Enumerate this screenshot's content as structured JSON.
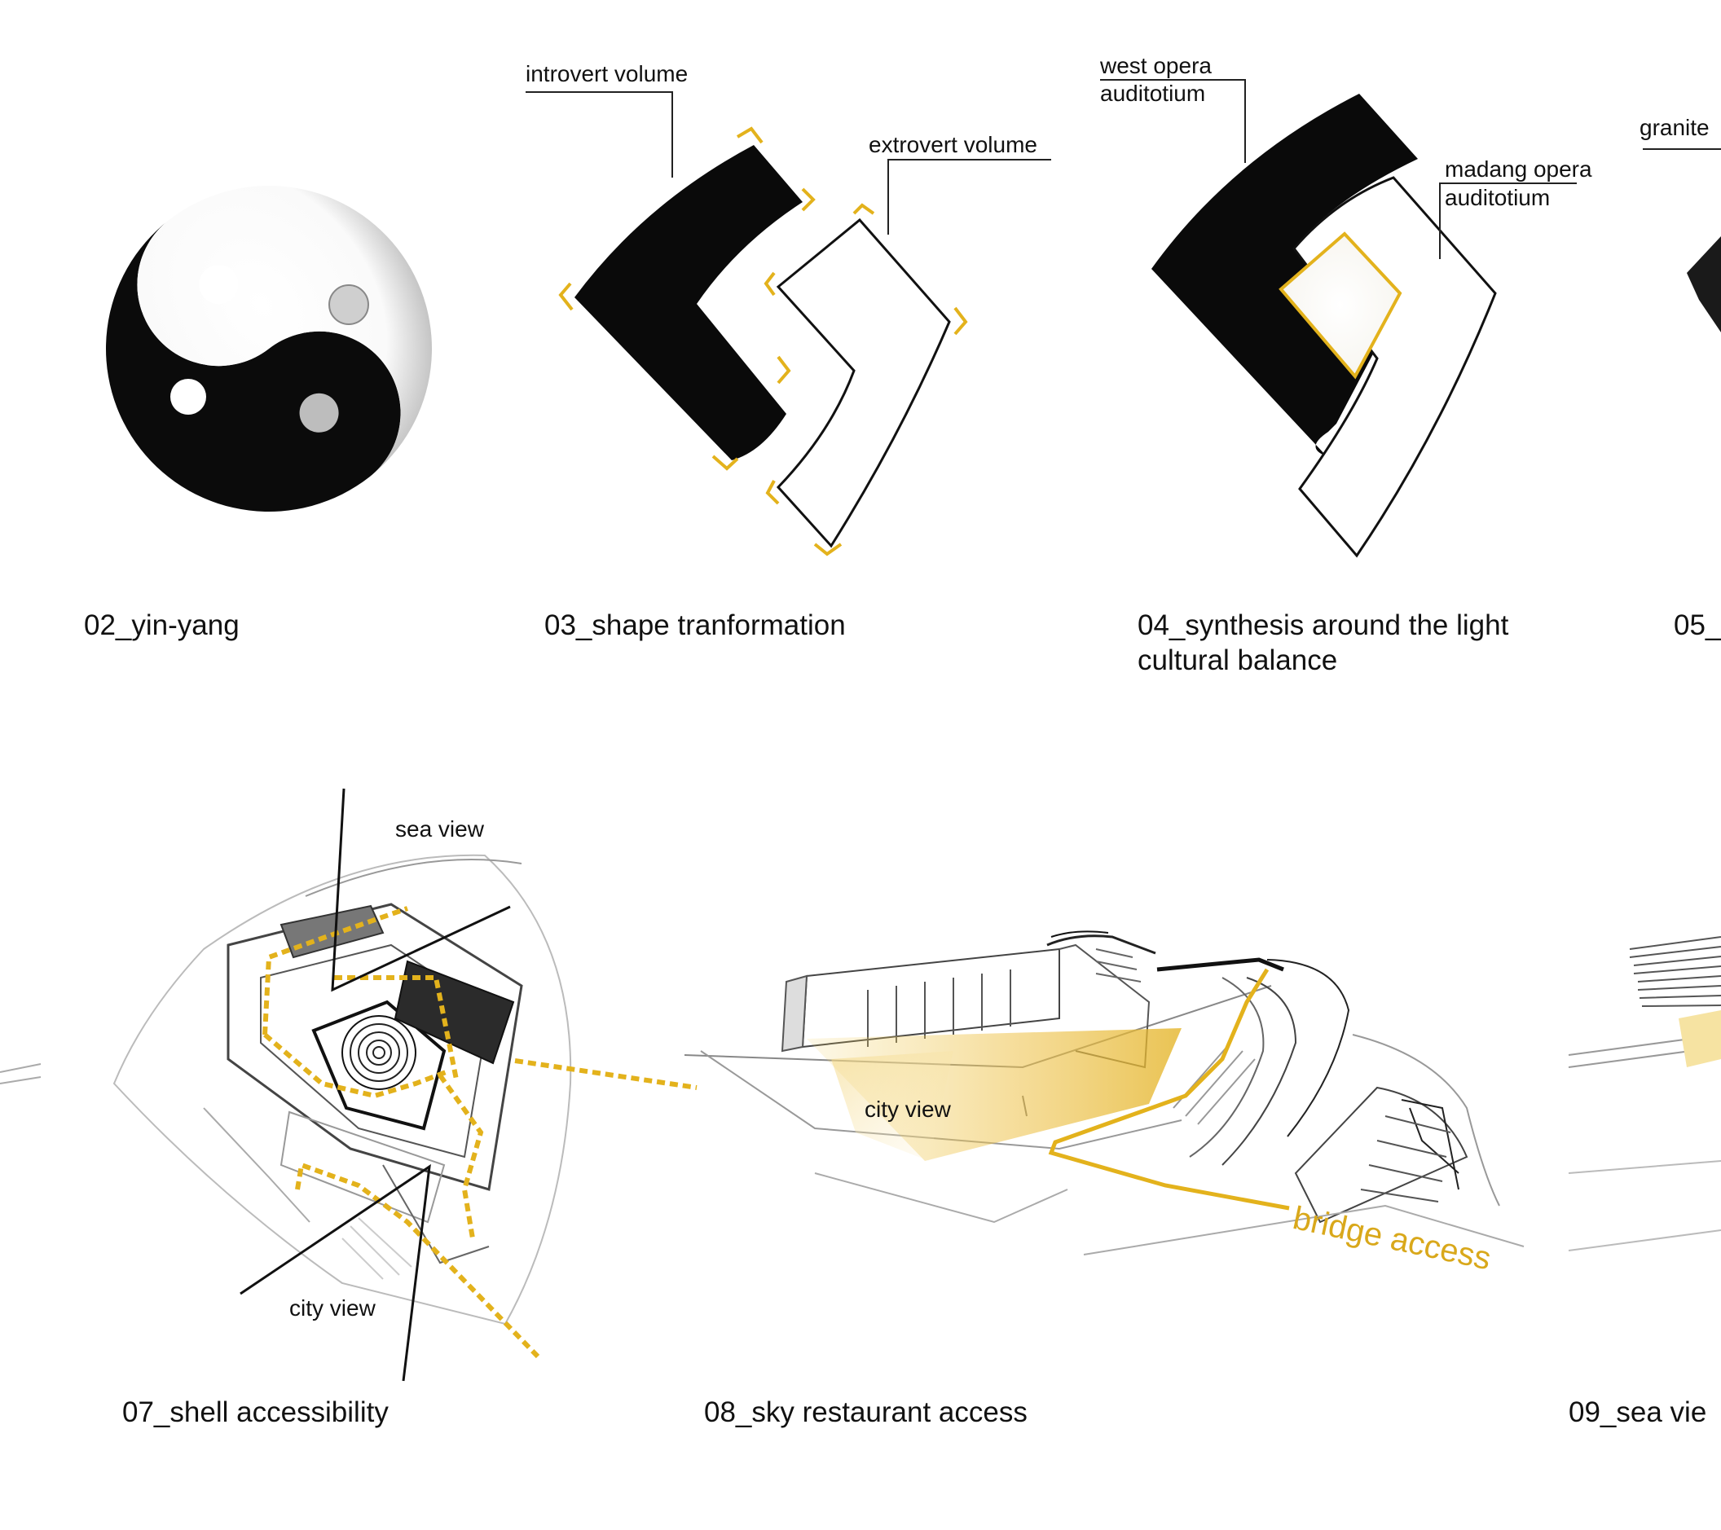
{
  "colors": {
    "accent_yellow": "#e3b21c",
    "ink": "#111111",
    "paper": "#ffffff"
  },
  "panels": [
    {
      "caption": "02_yin-yang"
    },
    {
      "caption": "03_shape tranformation",
      "labels": {
        "introvert": "introvert volume",
        "extrovert": "extrovert volume"
      }
    },
    {
      "caption_line1": "04_synthesis around the light",
      "caption_line2": "cultural balance",
      "labels": {
        "west_line1": "west opera",
        "west_line2": "auditotium",
        "madang_line1": "madang opera",
        "madang_line2": "auditotium"
      }
    },
    {
      "caption": "05_",
      "labels": {
        "granite": "granite"
      }
    },
    {
      "caption": "07_shell accessibility",
      "labels": {
        "sea_view": "sea view",
        "city_view": "city view"
      }
    },
    {
      "caption": "08_sky restaurant access",
      "labels": {
        "city_view": "city view",
        "bridge_access": "bridge access"
      }
    },
    {
      "caption": "09_sea vie"
    }
  ]
}
